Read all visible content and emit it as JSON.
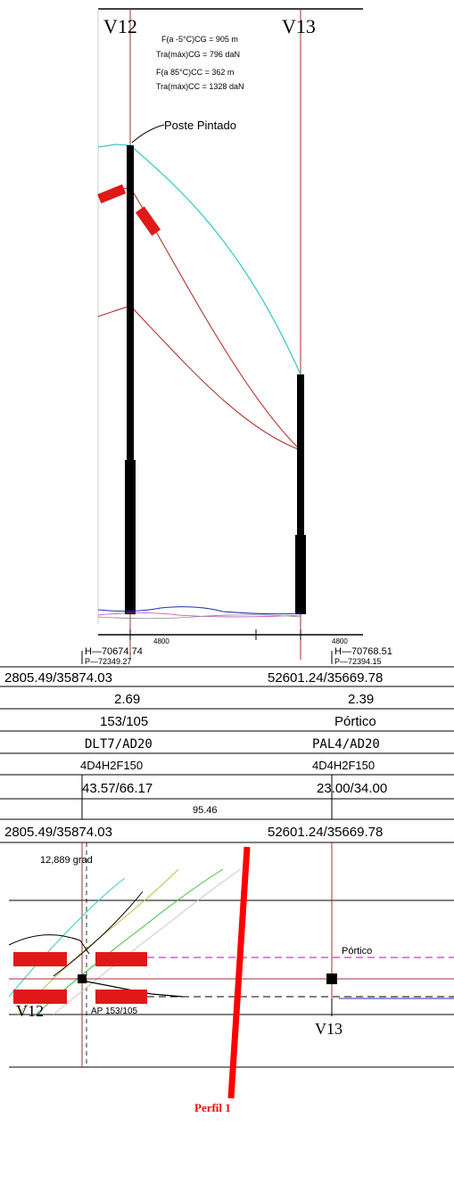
{
  "profile": {
    "poles": [
      {
        "id": "V12",
        "label": "V12"
      },
      {
        "id": "V13",
        "label": "V13"
      }
    ],
    "sag_notes": [
      "F(a -5°C)CG = 905 m",
      "Tra(máx)CG = 796 daN",
      "F(a 85°C)CC = 362 m",
      "Tra(máx)CC = 1328 daN"
    ],
    "callout": "Poste Pintado",
    "station_labels": [
      "4800",
      "4800"
    ],
    "ground_values": [
      {
        "h": "H—70674.74",
        "p": "P—72349.27"
      },
      {
        "h": "H—70768.51",
        "p": "P—72394.15"
      }
    ]
  },
  "table": {
    "rows": [
      [
        "2805.49/35874.03",
        "52601.24/35669.78"
      ],
      [
        "2.69",
        "2.39"
      ],
      [
        "153/105",
        "Pórtico"
      ],
      [
        "DLT7/AD20",
        "PAL4/AD20"
      ],
      [
        "4D4H2F150",
        "4D4H2F150"
      ],
      [
        "43.57/66.17",
        "23.00/34.00"
      ]
    ],
    "span": "95.46",
    "coords": [
      "2805.49/35874.03",
      "52601.24/35669.78"
    ]
  },
  "plan": {
    "angle": "12,889 grad",
    "portico": "Pórtico",
    "pole_labels": [
      "V12",
      "V13"
    ],
    "ap_label": "AP 153/105"
  },
  "annotation": {
    "label": "Perfil 1",
    "color": "#ff0000"
  },
  "colors": {
    "pole_line": "#a03030",
    "conductor_cyan": "#40c8c8",
    "conductor_red": "#b02020",
    "insulator": "#e01818",
    "portico_line": "#c040c0",
    "ground": "#2030b0"
  }
}
